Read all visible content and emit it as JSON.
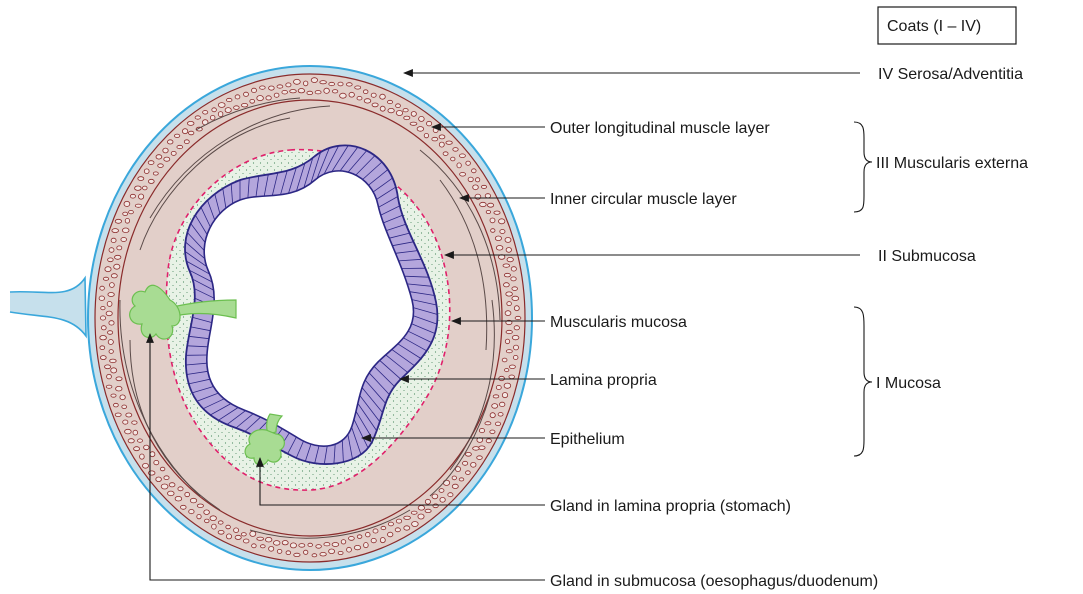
{
  "title_box": "Coats (I – IV)",
  "coats": {
    "serosa": "IV Serosa/Adventitia",
    "muscularis_externa": "III Muscularis externa",
    "submucosa": "II Submucosa",
    "mucosa": "I Mucosa"
  },
  "parts": {
    "outer_longitudinal": "Outer longitudinal muscle layer",
    "inner_circular": "Inner circular muscle layer",
    "muscularis_mucosa": "Muscularis mucosa",
    "lamina_propria": "Lamina propria",
    "epithelium": "Epithelium",
    "gland_lamina_propria": "Gland in lamina propria (stomach)",
    "gland_submucosa": "Gland in submucosa (oesophagus/duodenum)"
  },
  "colors": {
    "serosa": "#c6e0ec",
    "serosa_outline": "#3aa7db",
    "muscle": "#e2cfc9",
    "muscle_cells": "#8a2b2b",
    "lamina_propria": "#e8f2e6",
    "muscularis_mucosa_dash": "#e0206a",
    "epithelium": "#b4a6dc",
    "epithelium_outline": "#2c2785",
    "gland": "#a8dc93",
    "gland_outline": "#6cbf50"
  }
}
